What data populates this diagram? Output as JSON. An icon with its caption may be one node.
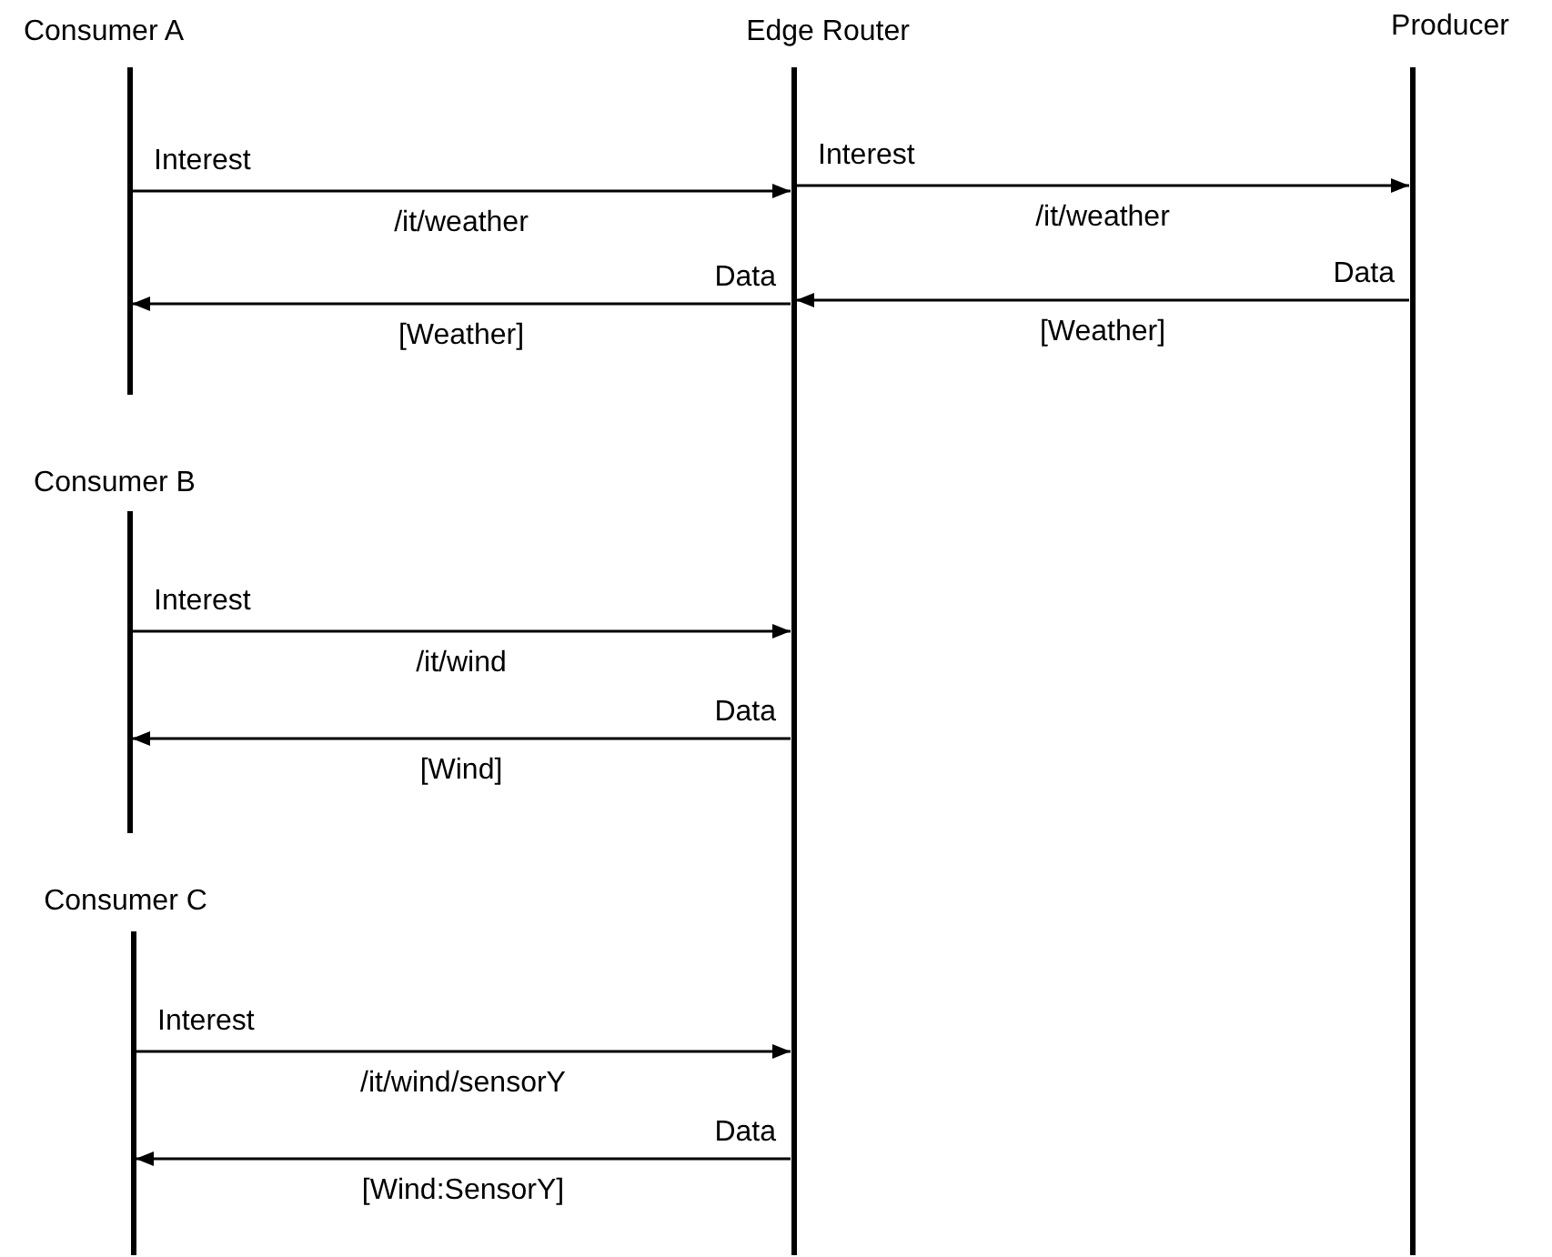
{
  "diagram": {
    "nodes": [
      {
        "text": [
          "Consumer A"
        ]
      },
      {
        "text": [
          "Edge Router"
        ]
      },
      {
        "text": [
          "Producer"
        ]
      },
      {
        "text": [
          "Consumer B"
        ]
      },
      {
        "text": [
          "Consumer C"
        ]
      }
    ],
    "edges": [
      {
        "from": 0,
        "to": 1,
        "arrow": "to",
        "label": "Interest"
      },
      {
        "from": 1,
        "to": 2,
        "arrow": "to",
        "label": "Interest"
      },
      {
        "from": 2,
        "to": 1,
        "arrow": "to",
        "label": "Data"
      },
      {
        "from": 1,
        "to": 0,
        "arrow": "to",
        "label": "Data"
      },
      {
        "from": 3,
        "to": 1,
        "arrow": "to",
        "label": "Interest"
      },
      {
        "from": 1,
        "to": 3,
        "arrow": "to",
        "label": "Data"
      },
      {
        "from": 4,
        "to": 1,
        "arrow": "to",
        "label": "Interest"
      },
      {
        "from": 1,
        "to": 4,
        "arrow": "to",
        "label": "Data"
      }
    ],
    "labels": [
      "/it/weather",
      "/it/weather",
      "[Weather]",
      "[Weather]",
      "/it/wind",
      "[Wind]",
      "/it/wind/sensorY",
      "[Wind:SensorY]"
    ]
  }
}
